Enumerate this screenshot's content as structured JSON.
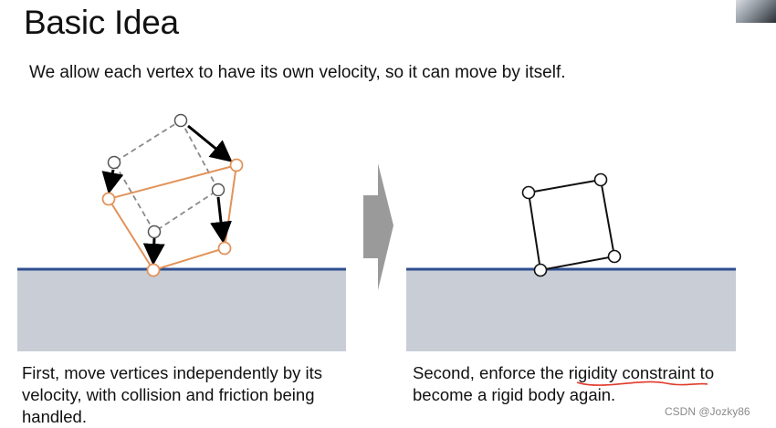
{
  "slide": {
    "title": "Basic Idea",
    "subtitle": "We allow each vertex to have its own velocity, so it can move by itself.",
    "left_caption": {
      "line1": "First, move vertices independently by its",
      "line2": "velocity, with collision and friction being",
      "line3": "handled."
    },
    "right_caption": {
      "line1_before": "Second, enforce the ",
      "line1_highlight": "rigidity constraint",
      "line1_after": " to",
      "line2": "become a rigid body again."
    }
  },
  "colors": {
    "ground_fill": "#c8cdd6",
    "ground_edge": "#2f4f8f",
    "orange": "#e2935a",
    "dashed": "#8a8a8a",
    "arrow": "#000000",
    "next_arrow": "#9a9a9a",
    "highlight_underline": "#e03a2a"
  },
  "watermark": "CSDN @Jozky86",
  "icons": {
    "next_arrow": "chevron-right-arrow-icon"
  }
}
